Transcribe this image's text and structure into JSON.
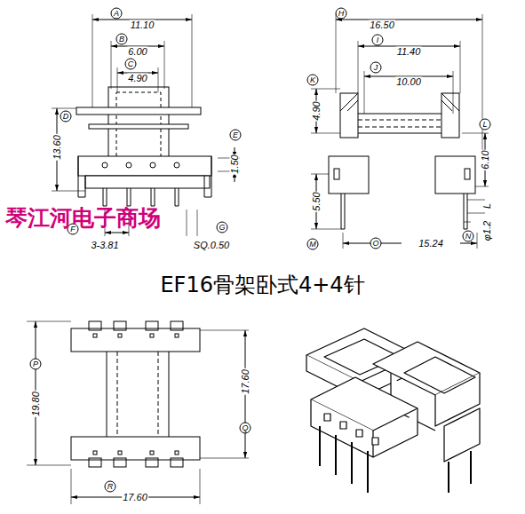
{
  "diagram": {
    "title": "EF16骨架卧式4+4针",
    "labels": [
      "A",
      "11.10",
      "B",
      "6.00",
      "C",
      "4.90",
      "D",
      "13.60",
      "E",
      "1.50",
      "F",
      "3-3.81",
      "G",
      "SQ.0.50",
      "H",
      "16.50",
      "I",
      "11.40",
      "J",
      "10.00",
      "K",
      "4.90",
      "L",
      "6.10",
      "M",
      "5.50",
      "O",
      "15.24",
      "N",
      "L",
      "φ1.2",
      "琴江河电子商场",
      "P",
      "19.80",
      "Q",
      "17.60",
      "R",
      "17.60"
    ]
  }
}
